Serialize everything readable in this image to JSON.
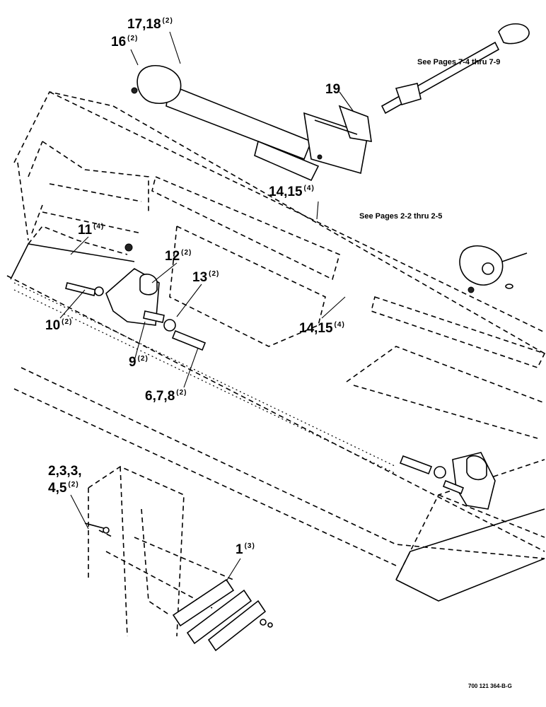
{
  "diagram": {
    "callouts": [
      {
        "id": "c1718",
        "num": "17,18",
        "qty": "(2)"
      },
      {
        "id": "c16",
        "num": "16",
        "qty": "(2)"
      },
      {
        "id": "c19",
        "num": "19",
        "qty": ""
      },
      {
        "id": "c1415a",
        "num": "14,15",
        "qty": "(4)"
      },
      {
        "id": "c11",
        "num": "11",
        "qty": "(4)"
      },
      {
        "id": "c12",
        "num": "12",
        "qty": "(2)"
      },
      {
        "id": "c13",
        "num": "13",
        "qty": "(2)"
      },
      {
        "id": "c10",
        "num": "10",
        "qty": "(2)"
      },
      {
        "id": "c1415b",
        "num": "14,15",
        "qty": "(4)"
      },
      {
        "id": "c9",
        "num": "9",
        "qty": "(2)"
      },
      {
        "id": "c678",
        "num": "6,7,8",
        "qty": "(2)"
      },
      {
        "id": "c2335a",
        "num": "2,3,3,",
        "qty": ""
      },
      {
        "id": "c2335b",
        "num": "4,5",
        "qty": "(2)"
      },
      {
        "id": "c1",
        "num": "1",
        "qty": "(3)"
      }
    ],
    "notes": {
      "see_pages_7": "See Pages 7-4 thru 7-9",
      "see_pages_2": "See Pages 2-2 thru 2-5"
    },
    "figure_ref": "700 121 364-B-G"
  }
}
